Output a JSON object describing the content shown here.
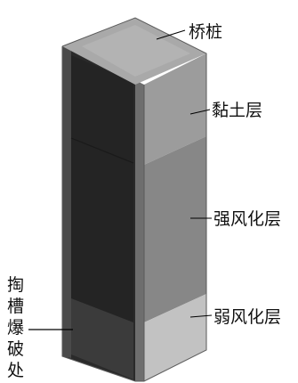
{
  "labels": {
    "pile": "桥桩",
    "clay": "黏土层",
    "strong_weathered": "强风化层",
    "weak_weathered": "弱风化层",
    "blast": [
      "掏",
      "槽",
      "爆",
      "破",
      "处"
    ]
  },
  "colors": {
    "top_face": "#a9a9a9",
    "clay_right": "#9c9c9c",
    "strong_right": "#878787",
    "weak_right": "#c2c2c2",
    "left_face": "#2a2a2a",
    "edge": "#5a5a5a",
    "leader": "#000000"
  }
}
